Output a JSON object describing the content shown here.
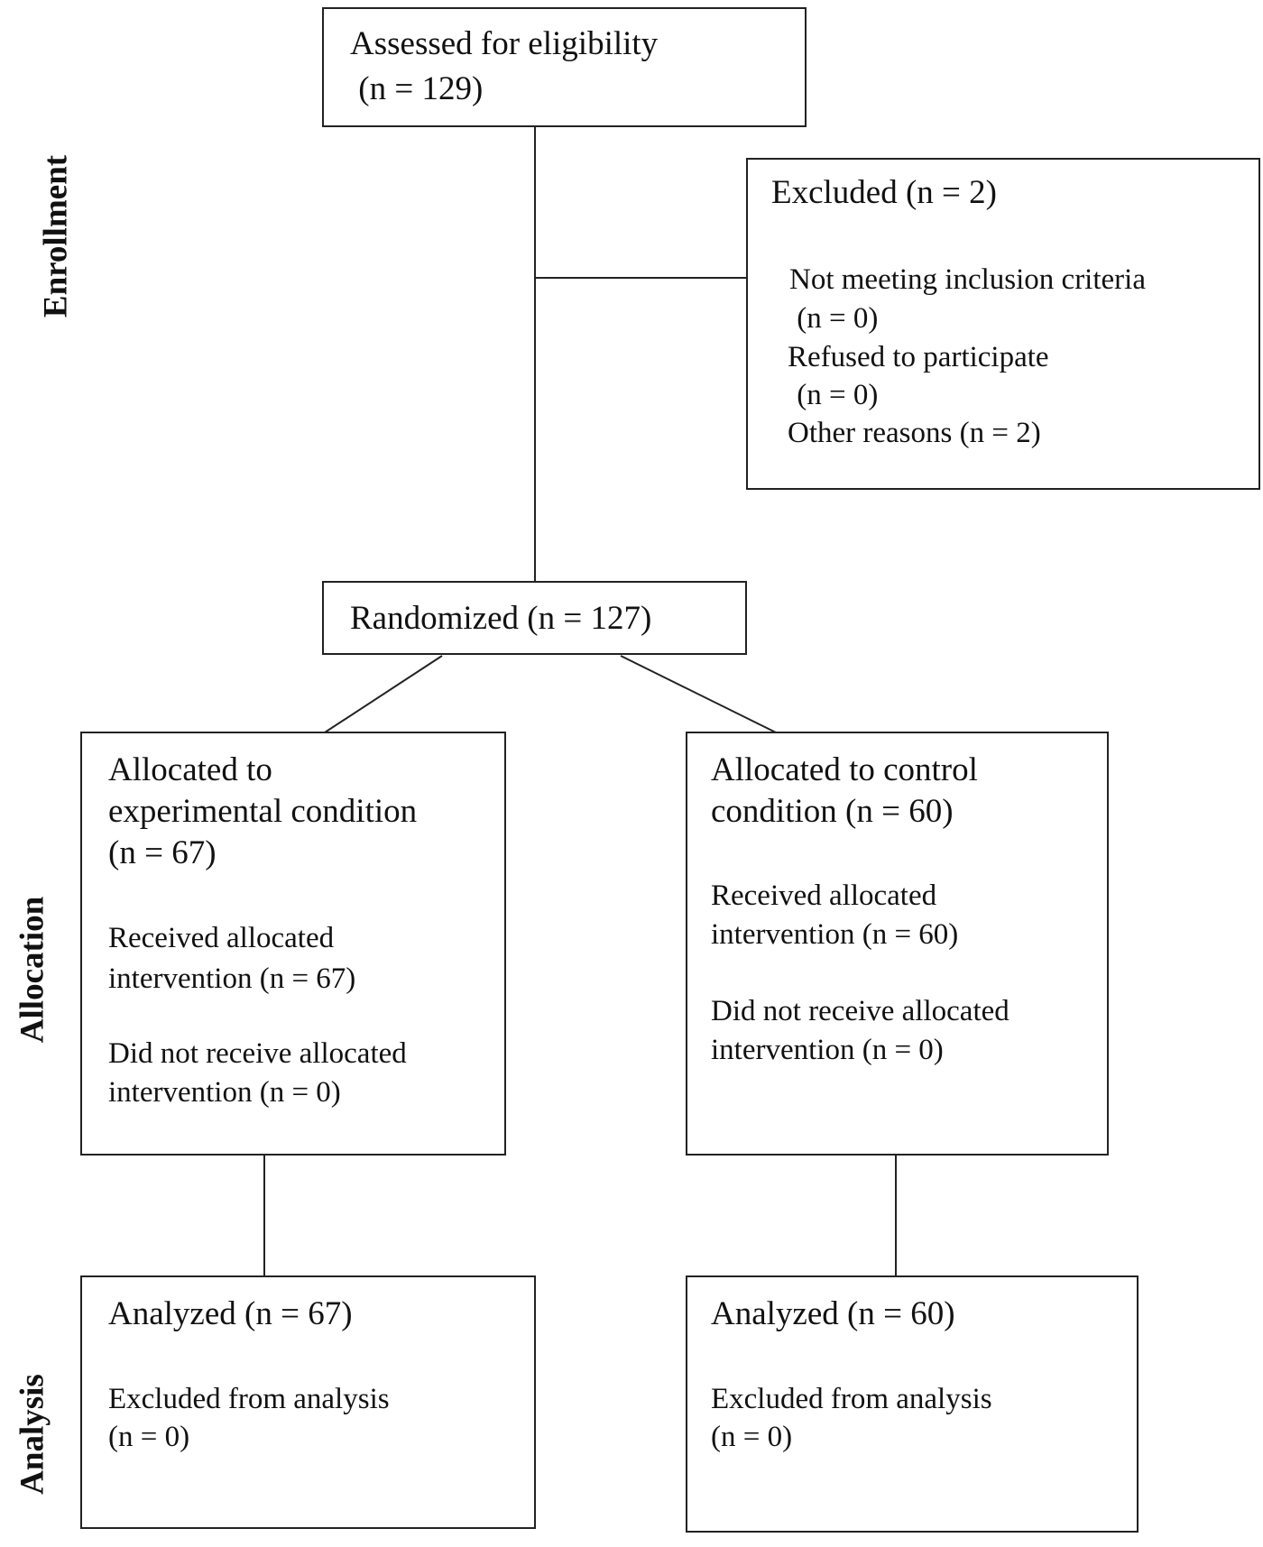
{
  "phases": {
    "enrollment": "Enrollment",
    "allocation": "Allocation",
    "analysis": "Analysis"
  },
  "assessed": {
    "line1": "Assessed for eligibility",
    "line2": " (n = 129)"
  },
  "excluded": {
    "title": "Excluded (n = 2)",
    "reasons": [
      "Not meeting inclusion criteria",
      " (n = 0)",
      "Refused to participate",
      " (n = 0)",
      "Other reasons (n = 2)"
    ]
  },
  "randomized": {
    "label": "Randomized (n = 127)"
  },
  "experimental": {
    "title_lines": [
      "Allocated to",
      "experimental condition",
      "(n = 67)"
    ],
    "received_lines": [
      "Received allocated",
      "intervention (n = 67)"
    ],
    "not_received_lines": [
      "Did not receive allocated",
      "intervention (n = 0)"
    ]
  },
  "control": {
    "title_lines": [
      "Allocated to control",
      "condition (n = 60)"
    ],
    "received_lines": [
      "Received allocated",
      "intervention (n = 60)"
    ],
    "not_received_lines": [
      "Did not receive allocated",
      "intervention (n = 0)"
    ]
  },
  "analysis_experimental": {
    "title": "Analyzed (n = 67)",
    "excluded_lines": [
      "Excluded from analysis",
      "(n = 0)"
    ]
  },
  "analysis_control": {
    "title": "Analyzed (n = 60)",
    "excluded_lines": [
      "Excluded from analysis",
      "(n = 0)"
    ]
  }
}
